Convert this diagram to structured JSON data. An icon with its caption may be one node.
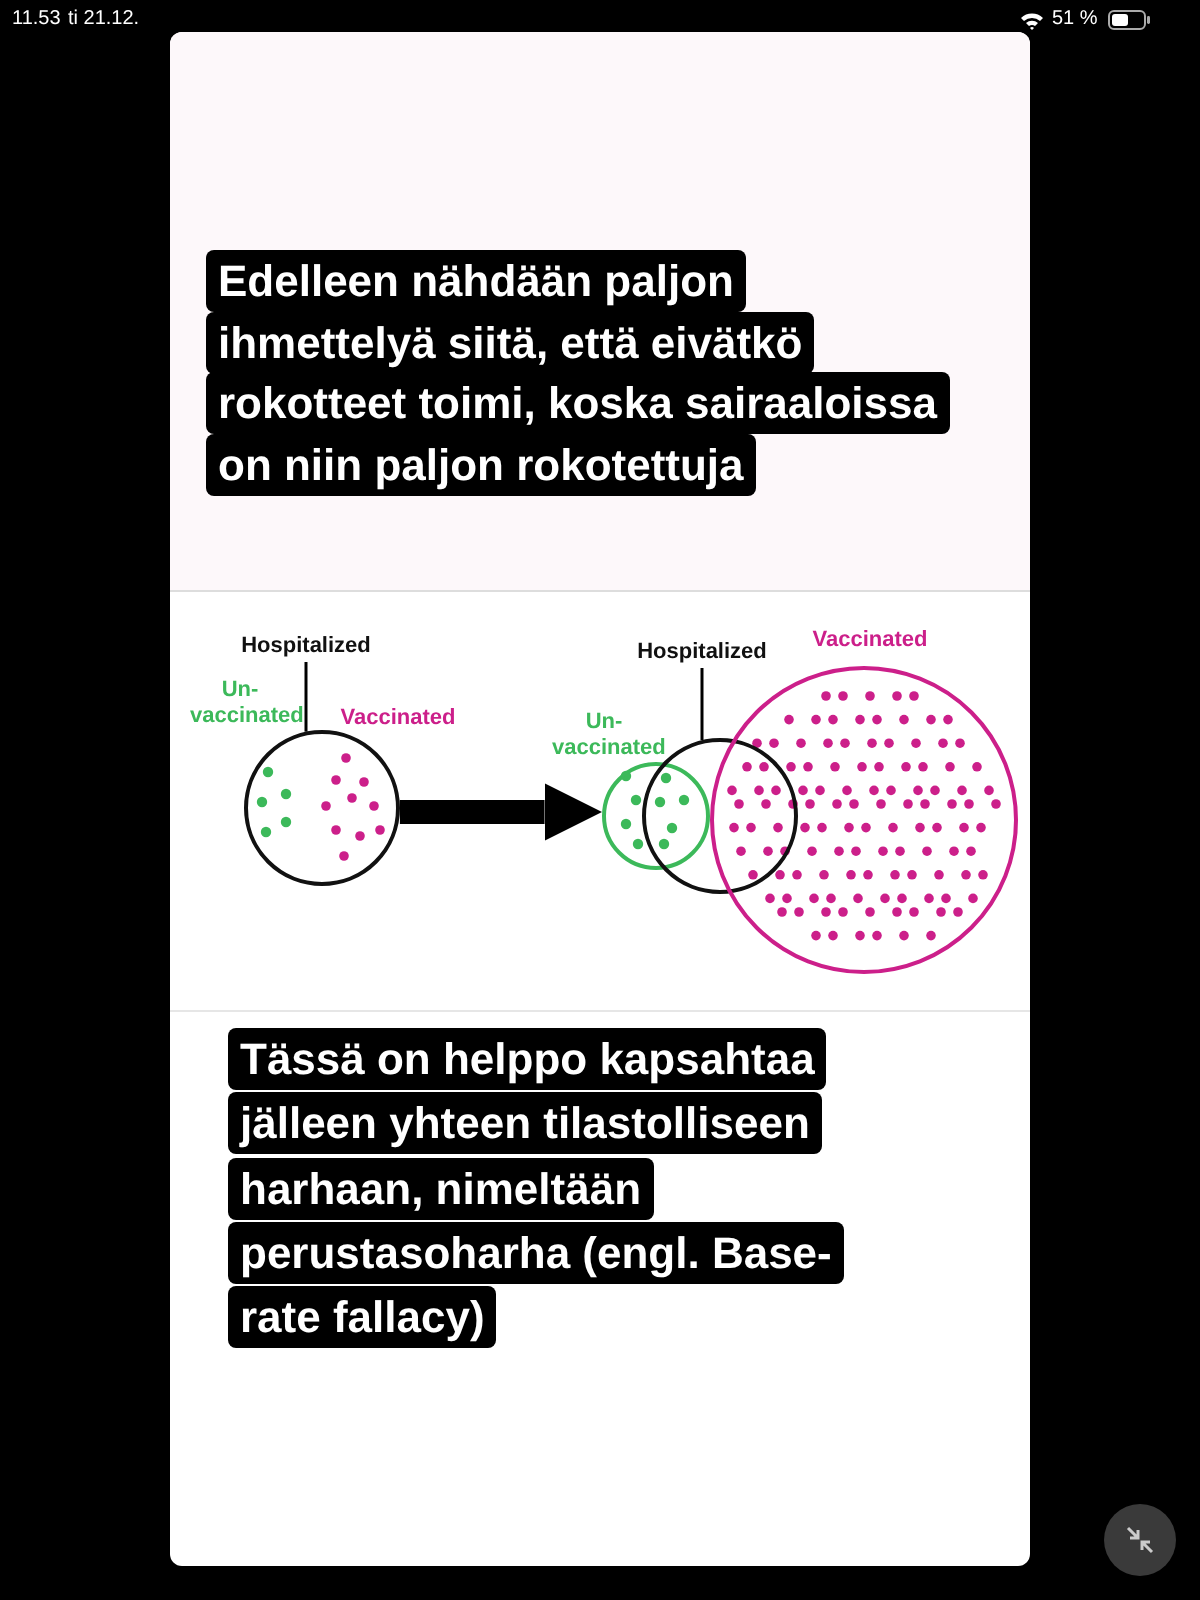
{
  "diagram": {
    "nodes": [
      {
        "text": [
          "Hospitalized"
        ]
      },
      {
        "text": [],
        "shape": "circle"
      },
      {
        "text": [
          "Hospitalized"
        ]
      },
      {
        "text": [],
        "shape": "circle",
        "beside": [
          "Un- vaccinated"
        ]
      },
      {
        "text": [],
        "shape": "circle"
      },
      {
        "text": [],
        "shape": "circle",
        "beside": [
          "Vaccinated"
        ]
      }
    ],
    "edges": [
      {
        "from": 0,
        "to": 1,
        "arrow": "none"
      },
      {
        "from": 2,
        "to": 4,
        "arrow": "none"
      },
      {
        "from": 1,
        "to": 3,
        "arrow": "to",
        "style": "thick"
      }
    ],
    "labels": [
      "11.53",
      "ti 21.12.",
      "51 %",
      "Edelleen nähdään paljon ihmettelyä siitä, että eivätkö rokotteet toimi, koska sairaaloissa on niin paljon rokotettuja",
      "Un- vaccinated",
      "Vaccinated",
      "Tässä on helppo kapsahtaa jälleen yhteen tilastolliseen harhaan, nimeltään perustasoharha (engl. Base- rate fallacy)"
    ]
  }
}
